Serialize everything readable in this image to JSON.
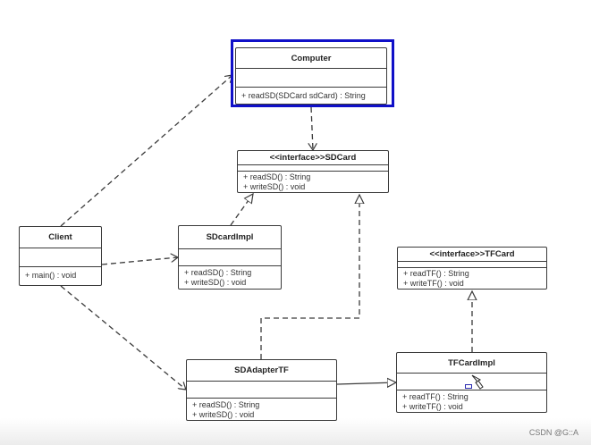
{
  "classes": {
    "computer": {
      "name": "Computer",
      "ops": [
        "+ readSD(SDCard sdCard) : String"
      ]
    },
    "sdcard": {
      "name": "<<interface>>SDCard",
      "ops": [
        "+ readSD() : String",
        "+ writeSD() : void"
      ]
    },
    "client": {
      "name": "Client",
      "ops": [
        "+ main() : void"
      ]
    },
    "sdcardimpl": {
      "name": "SDcardImpl",
      "ops": [
        "+ readSD() : String",
        "+ writeSD() : void"
      ]
    },
    "tfcard": {
      "name": "<<interface>>TFCard",
      "ops": [
        "+ readTF() : String",
        "+ writeTF() : void"
      ]
    },
    "sdadapter": {
      "name": "SDAdapterTF",
      "ops": [
        "+ readSD() : String",
        "+ writeSD() : void"
      ]
    },
    "tfcardimpl": {
      "name": "TFCardImpl",
      "ops": [
        "+ readTF() : String",
        "+ writeTF() : void"
      ]
    }
  },
  "watermark": "CSDN @G::A",
  "colors": {
    "selection": "#1010c8",
    "line": "#3a3a3a"
  }
}
